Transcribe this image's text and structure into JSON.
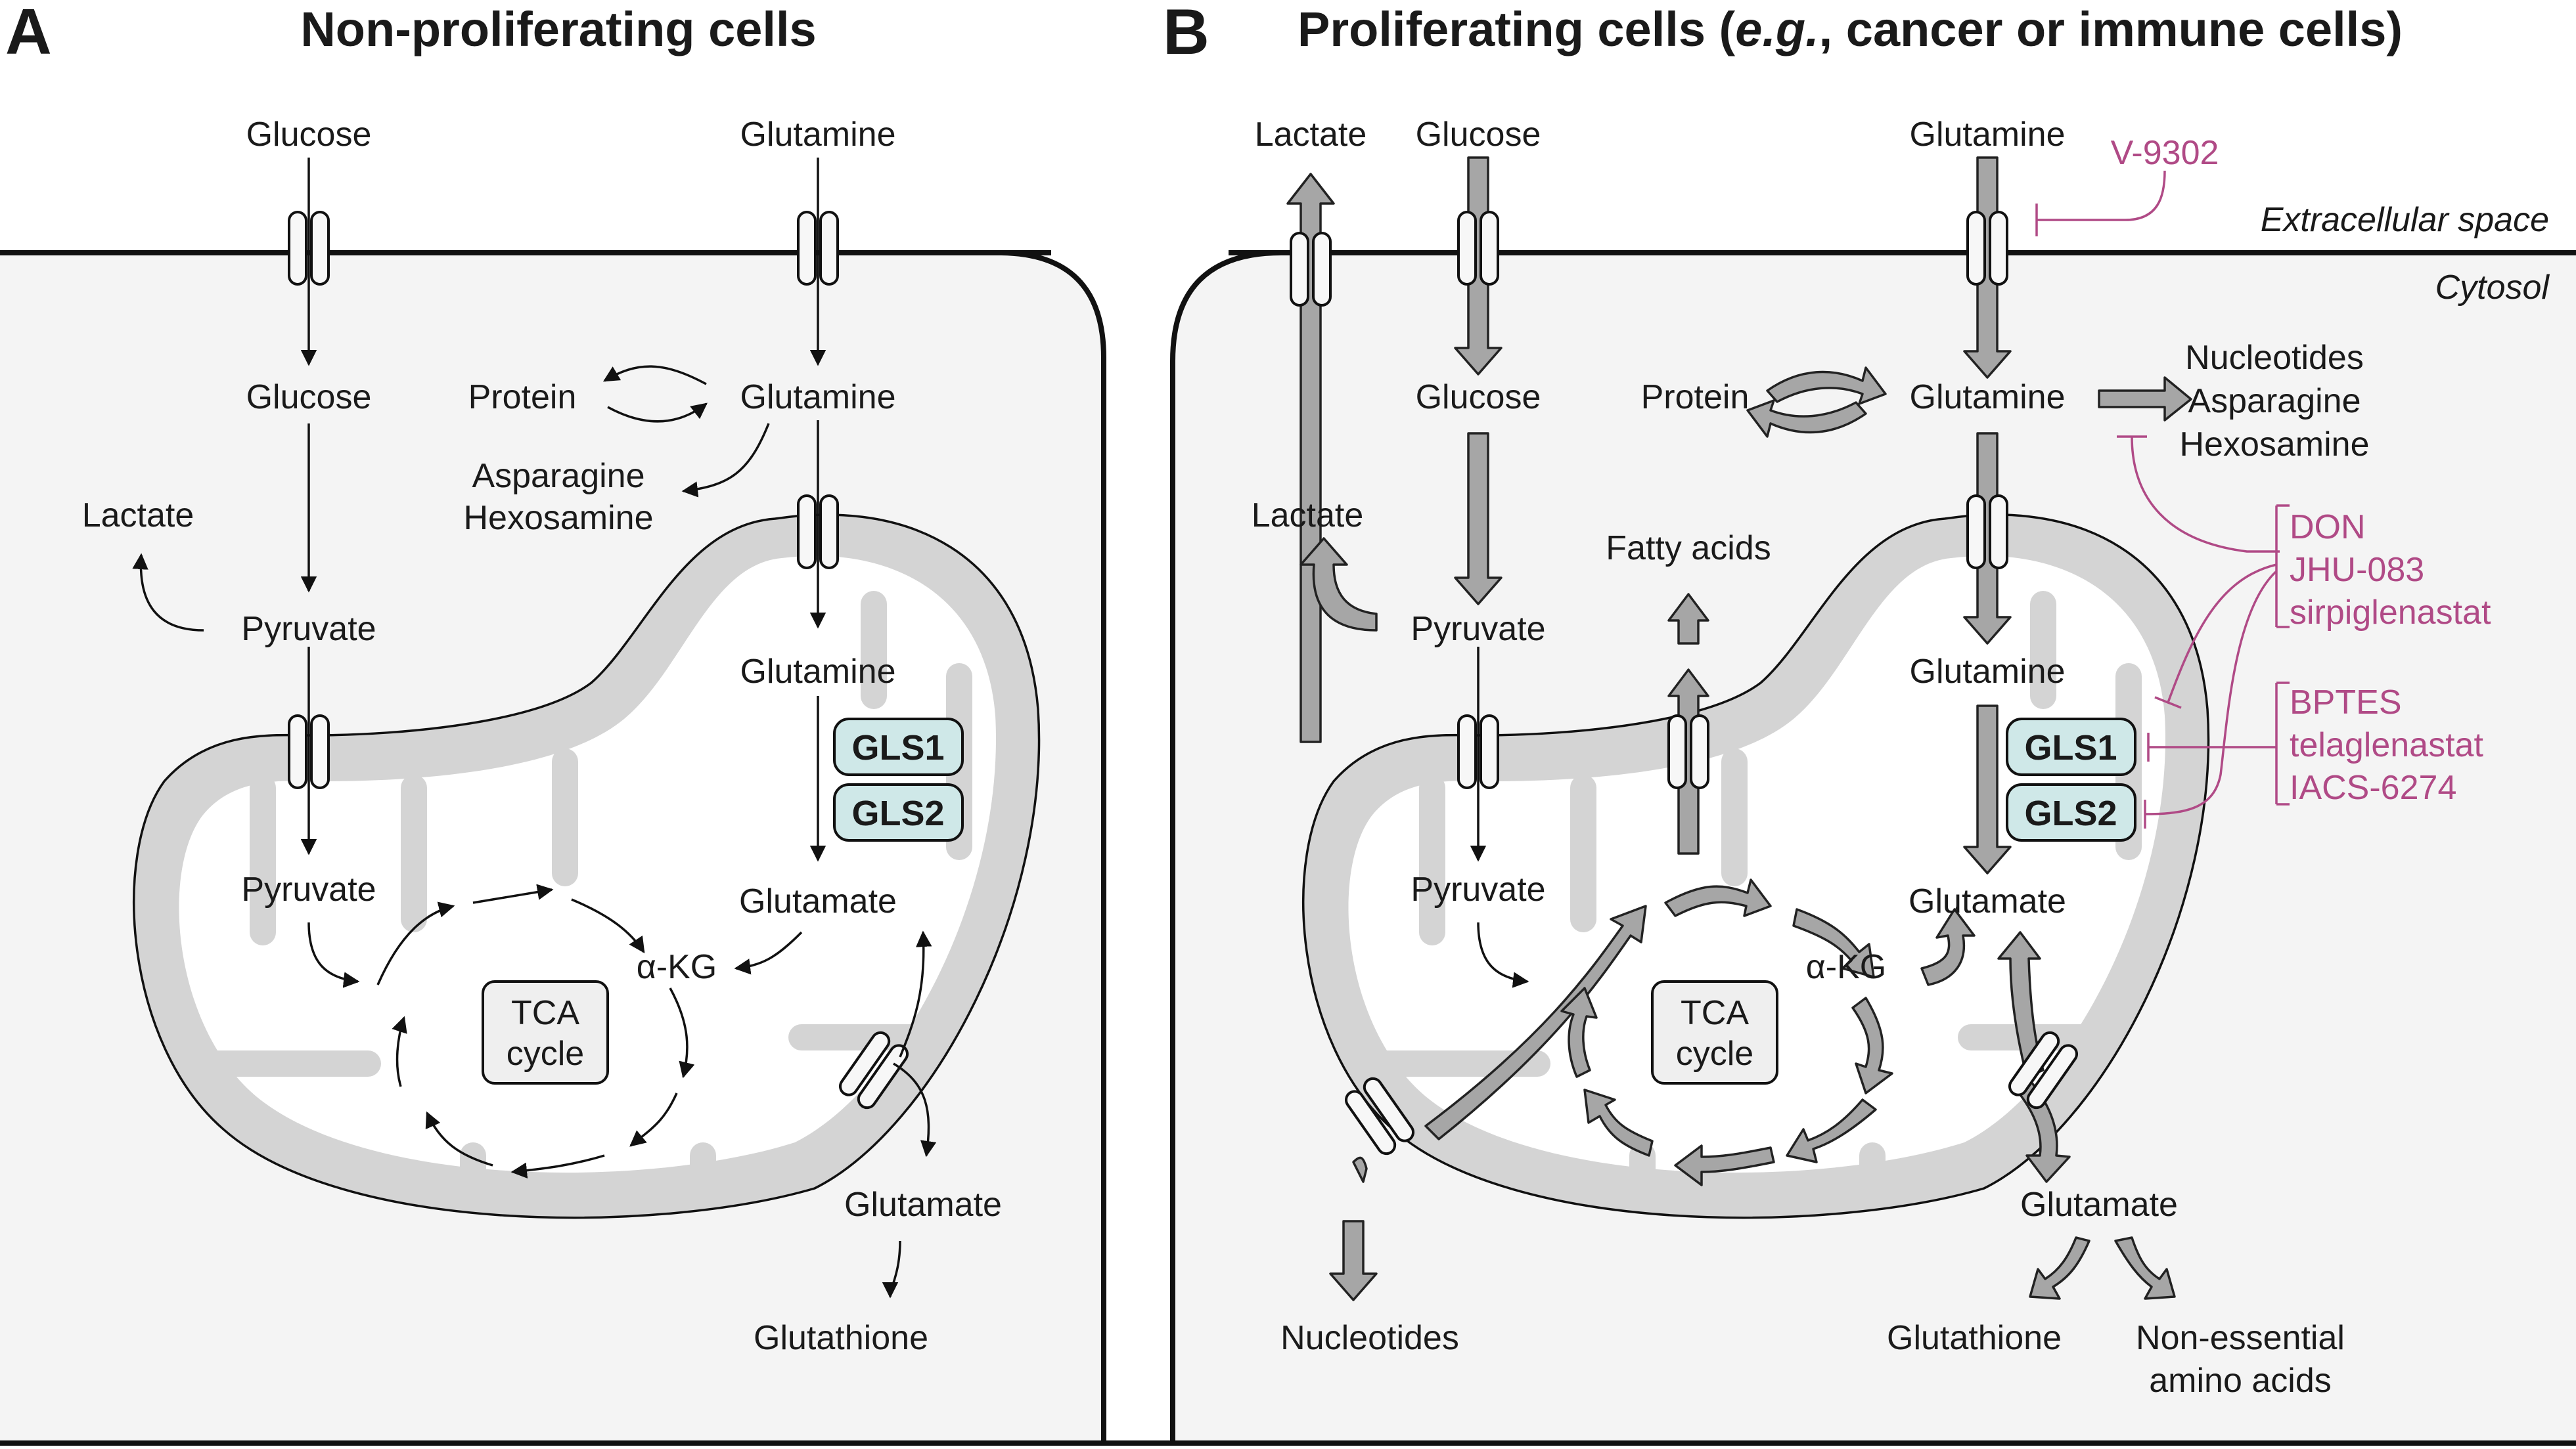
{
  "panels": {
    "a": {
      "letter": "A",
      "title": "Non-proliferating cells",
      "labels": {
        "glucose_out": "Glucose",
        "glutamine_out": "Glutamine",
        "glucose_in": "Glucose",
        "protein": "Protein",
        "glutamine_in": "Glutamine",
        "asparagine": "Asparagine",
        "hexosamine": "Hexosamine",
        "lactate": "Lactate",
        "pyruvate": "Pyruvate",
        "glutamine_mito": "Glutamine",
        "pyruvate_mito": "Pyruvate",
        "glutamate_mito": "Glutamate",
        "akg": "α-KG",
        "tca_line1": "TCA",
        "tca_line2": "cycle",
        "glutamate_out": "Glutamate",
        "glutathione": "Glutathione"
      },
      "enzymes": [
        "GLS1",
        "GLS2"
      ]
    },
    "b": {
      "letter": "B",
      "title_prefix": "Proliferating cells (",
      "title_italic": "e.g.",
      "title_suffix": ", cancer or immune cells)",
      "labels": {
        "lactate_out": "Lactate",
        "glucose_out": "Glucose",
        "glutamine_out": "Glutamine",
        "extracellular": "Extracellular space",
        "cytosol": "Cytosol",
        "glucose_in": "Glucose",
        "protein": "Protein",
        "glutamine_in": "Glutamine",
        "products_1": "Nucleotides",
        "products_2": "Asparagine",
        "products_3": "Hexosamine",
        "lactate_in": "Lactate",
        "fatty_acids": "Fatty acids",
        "pyruvate": "Pyruvate",
        "glutamine_mito": "Glutamine",
        "pyruvate_mito": "Pyruvate",
        "glutamate_mito": "Glutamate",
        "akg": "α-KG",
        "tca_line1": "TCA",
        "tca_line2": "cycle",
        "nucleotides": "Nucleotides",
        "glutamate_out": "Glutamate",
        "glutathione": "Glutathione",
        "neaa_1": "Non-essential",
        "neaa_2": "amino acids"
      },
      "enzymes": [
        "GLS1",
        "GLS2"
      ],
      "inhibitors": {
        "transport": "V-9302",
        "glutamine_antagonists": [
          "DON",
          "JHU-083",
          "sirpiglenastat"
        ],
        "gls_inhibitors": [
          "BPTES",
          "telaglenastat",
          "IACS-6274"
        ]
      }
    }
  },
  "colors": {
    "inhibitor": "#b04a86",
    "enzyme_fill": "#cfe8e8",
    "mito_fill": "#d4d4d4",
    "cell_fill": "#f4f4f4",
    "thick_arrow": "#a6a6a6"
  }
}
